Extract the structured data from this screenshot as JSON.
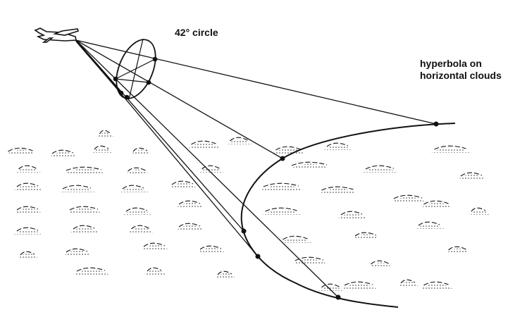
{
  "labels": {
    "circle": "42° circle",
    "hyperbola_line1": "hyperbola on",
    "hyperbola_line2": "horizontal clouds"
  },
  "colors": {
    "ink": "#111111",
    "background": "#ffffff"
  }
}
